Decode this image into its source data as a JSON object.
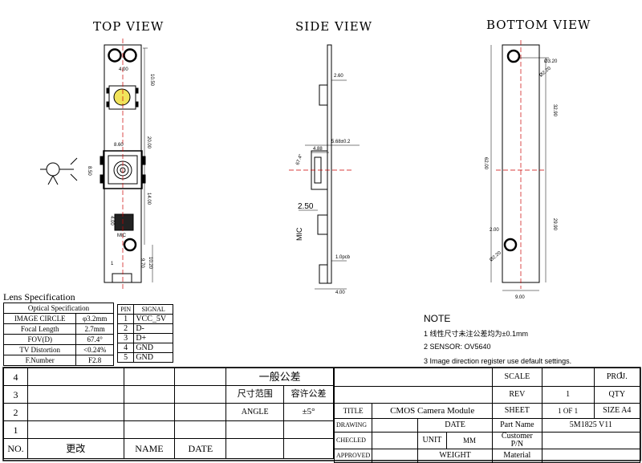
{
  "views": {
    "top": "TOP VIEW",
    "side": "SIDE VIEW",
    "bottom": "BOTTOM VIEW"
  },
  "top_dims": {
    "d1": "4.00",
    "d2": "10.50",
    "d3": "8.60",
    "d4": "20.00",
    "d5": "8.50",
    "d6": "14.00",
    "d7": "4.00",
    "d8": "9.70",
    "d9": "10.20",
    "mic": "MIC",
    "pin1": "1"
  },
  "side_dims": {
    "d1": "2.60",
    "d2": "5.68±0.2",
    "d3": "4.88",
    "d4": "67.4°",
    "d5": "2.50",
    "d6": "1.0pcb",
    "d7": "4.00",
    "mic": "MIC"
  },
  "bottom_dims": {
    "d1": "Ø3.20",
    "d2": "Ø2.20",
    "d3": "32.90",
    "d4": "62.00",
    "d5": "2.00",
    "d6": "Ø2.20",
    "d7": "29.90",
    "d8": "9.00"
  },
  "lens": {
    "title": "Lens Specification",
    "header": "Optical Specification",
    "rows": [
      {
        "k": "IMAGE CIRCLE",
        "v": "φ3.2mm"
      },
      {
        "k": "Focal Length",
        "v": "2.7mm"
      },
      {
        "k": "FOV(D)",
        "v": "67.4°"
      },
      {
        "k": "TV Distortion",
        "v": "<0.24%"
      },
      {
        "k": "F.Number",
        "v": "F2.8"
      }
    ]
  },
  "pins": {
    "h1": "PIN",
    "h2": "SIGNAL",
    "rows": [
      {
        "p": "1",
        "s": "VCC_5V"
      },
      {
        "p": "2",
        "s": "D-"
      },
      {
        "p": "3",
        "s": "D+"
      },
      {
        "p": "4",
        "s": "GND"
      },
      {
        "p": "5",
        "s": "GND"
      }
    ]
  },
  "note": {
    "title": "NOTE",
    "items": [
      "1   线性尺寸未注公差均为±0.1mm",
      "2   SENSOR: OV5640",
      "3   Image direction register use default settings."
    ]
  },
  "revs": {
    "rows": [
      "4",
      "3",
      "2",
      "1"
    ],
    "no": "NO.",
    "change": "更改",
    "name": "NAME",
    "date": "DATE"
  },
  "tolerance": {
    "title": "一般公差",
    "range": "尺寸范围",
    "tol": "容许公差",
    "angle": "ANGLE",
    "angle_tol": "±5°"
  },
  "titleblock": {
    "scale_l": "SCALE",
    "proj_l": "PROJ.",
    "rev_l": "REV",
    "rev_v": "1",
    "qty_l": "QTY",
    "qty_v": "1",
    "title_l": "TITLE",
    "title_v": "CMOS   Camera Module",
    "sheet_l": "SHEET",
    "sheet_v1": "1",
    "sheet_of": "OF",
    "sheet_v2": "1",
    "size_l": "SIZE",
    "size_v": "A4",
    "drawing_l": "DRAWING",
    "date_l": "DATE",
    "partname_l": "Part Name",
    "partname_v": "5M1825 V11",
    "checked_l": "CHECLED",
    "unit_l": "UNIT",
    "unit_v": "MM",
    "customer_l": "Customer P/N",
    "approved_l": "APPROVED",
    "weight_l": "WEIGHT",
    "material_l": "Material"
  }
}
